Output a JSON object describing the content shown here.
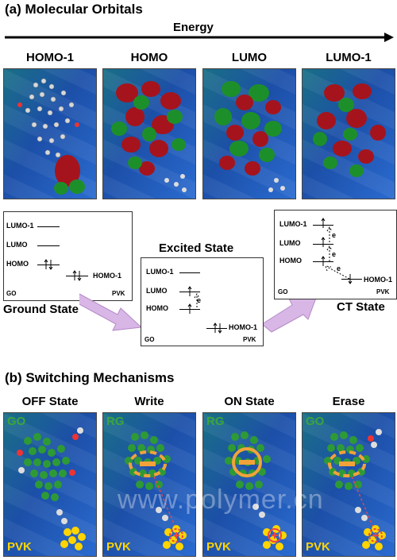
{
  "section_a": {
    "title": "(a) Molecular Orbitals",
    "axis_label": "Energy"
  },
  "orbitals": [
    {
      "label": "HOMO-1"
    },
    {
      "label": "HOMO"
    },
    {
      "label": "LUMO"
    },
    {
      "label": "LUMO-1"
    }
  ],
  "ground": {
    "name": "Ground State",
    "levels": [
      "LUMO-1",
      "LUMO",
      "HOMO"
    ],
    "pvk_level": "HOMO-1",
    "left_corner": "GO",
    "right_corner": "PVK"
  },
  "excited": {
    "name": "Excited State",
    "levels": [
      "LUMO-1",
      "LUMO",
      "HOMO"
    ],
    "pvk_level": "HOMO-1",
    "electron": "e",
    "left_corner": "GO",
    "right_corner": "PVK"
  },
  "ct": {
    "name": "CT State",
    "levels": [
      "LUMO-1",
      "LUMO",
      "HOMO"
    ],
    "pvk_level": "HOMO-1",
    "electron": "e",
    "left_corner": "GO",
    "right_corner": "PVK"
  },
  "section_b": {
    "title": "(b) Switching Mechanisms"
  },
  "mechanisms": [
    {
      "label": "OFF State",
      "top_tag": "GO",
      "bottom_tag": "PVK"
    },
    {
      "label": "Write",
      "top_tag": "RG",
      "bottom_tag": "PVK"
    },
    {
      "label": "ON State",
      "top_tag": "RG",
      "bottom_tag": "PVK"
    },
    {
      "label": "Erase",
      "top_tag": "GO",
      "bottom_tag": "PVK"
    }
  ],
  "watermark": "www.polymer.cn",
  "colors": {
    "arrow": "#c9a0d8",
    "green_tag": "#3aa63a",
    "yellow_tag": "#ffd400",
    "orange_ring": "#f3a23a"
  }
}
